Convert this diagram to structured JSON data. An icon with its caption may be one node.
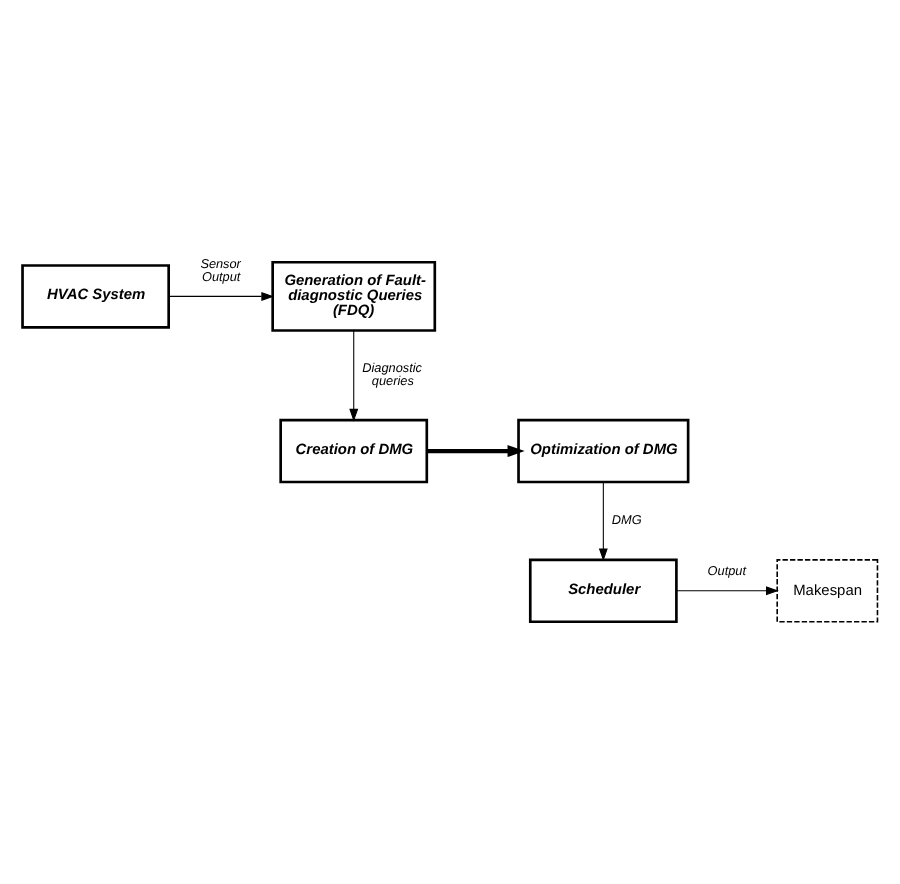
{
  "diagram": {
    "nodes": [
      {
        "text": [
          "HVAC System"
        ]
      },
      {
        "text": [
          "Generation of Fault-diagnostic Queries (FDQ)"
        ]
      },
      {
        "text": [
          "Optimization of DMG"
        ]
      },
      {
        "text": [
          "Creation of DMG"
        ]
      },
      {
        "text": [
          "Scheduler"
        ]
      },
      {
        "text": [
          "Makespan"
        ]
      }
    ],
    "edges": [
      {
        "from": 0,
        "to": 1,
        "arrow": "to",
        "label": "Sensor Output"
      },
      {
        "from": 1,
        "to": 3,
        "arrow": "to",
        "label": "Diagnostic queries"
      },
      {
        "from": 3,
        "to": 2,
        "arrow": "to",
        "style": "thick"
      },
      {
        "from": 2,
        "to": 4,
        "arrow": "to",
        "label": "DMG"
      },
      {
        "from": 4,
        "to": 5,
        "arrow": "to",
        "label": "Output"
      }
    ]
  }
}
